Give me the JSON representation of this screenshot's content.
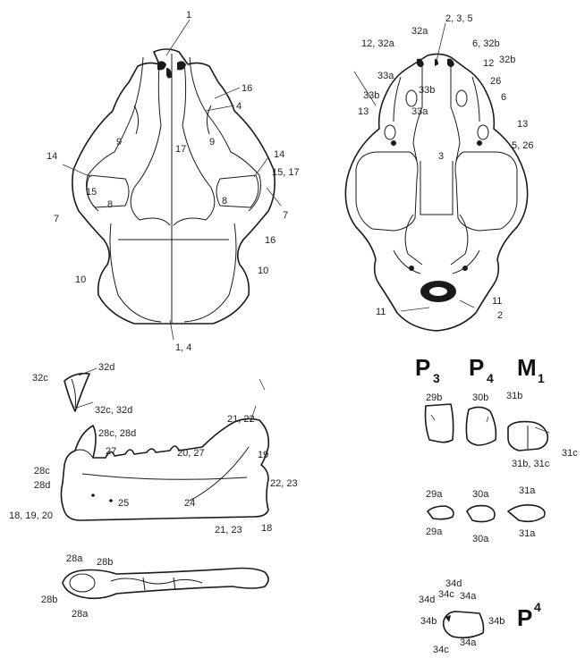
{
  "dorsal_view": {
    "labels": [
      "1",
      "16",
      "4",
      "9",
      "17",
      "9",
      "14",
      "14",
      "15, 17",
      "15",
      "8",
      "8",
      "7",
      "7",
      "10",
      "16",
      "10",
      "1, 4"
    ]
  },
  "ventral_view": {
    "labels": [
      "32a",
      "2, 3, 5",
      "12, 32a",
      "6, 32b",
      "12",
      "32b",
      "33a",
      "33b",
      "26",
      "6",
      "33b",
      "33a",
      "13",
      "13",
      "5, 26",
      "3",
      "11",
      "11",
      "2"
    ]
  },
  "mandible_view": {
    "labels": [
      "32d",
      "32c",
      "32c, 32d",
      "28c, 28d",
      "21, 22",
      "20, 27",
      "27",
      "19",
      "28c",
      "28d",
      "25",
      "24",
      "22, 23",
      "18, 19, 20",
      "21, 23",
      "18"
    ]
  },
  "mandible_dorsal_view": {
    "labels": [
      "28a",
      "28b",
      "28b",
      "28a"
    ]
  },
  "teeth": {
    "headers": [
      {
        "letter": "P",
        "sub": "3"
      },
      {
        "letter": "P",
        "sub": "4"
      },
      {
        "letter": "M",
        "sub": "1"
      }
    ],
    "labels": [
      "29b",
      "30b",
      "31b",
      "31b, 31c",
      "31c",
      "29a",
      "29a",
      "30a",
      "30a",
      "31a",
      "31a"
    ]
  },
  "upper_tooth": {
    "header": {
      "letter": "P",
      "sup": "4"
    },
    "labels": [
      "34d",
      "34d",
      "34c",
      "34a",
      "34b",
      "34b",
      "34c",
      "34a"
    ]
  }
}
